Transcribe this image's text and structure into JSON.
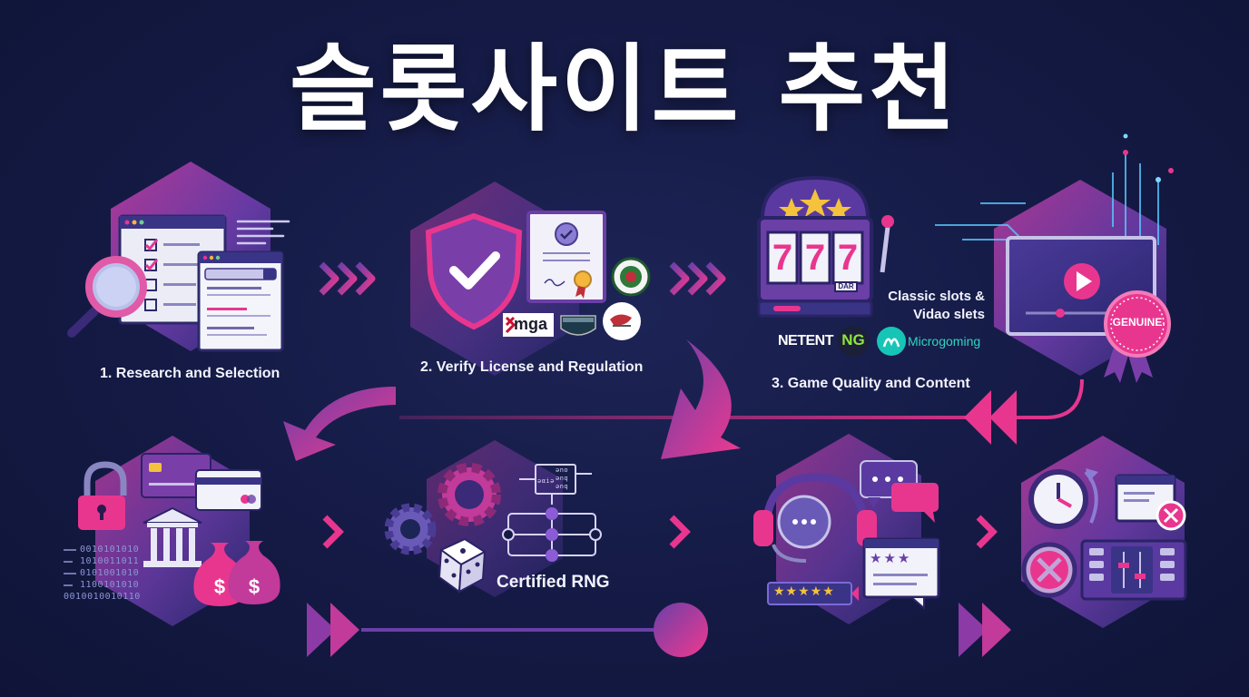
{
  "title": "슬롯사이트 추천",
  "steps": [
    {
      "label": "1. Research and Selection"
    },
    {
      "label": "2. Verify License and Regulation"
    },
    {
      "label": "3. Game Quality and Content"
    }
  ],
  "step2_badges": {
    "mga": "mga"
  },
  "step3": {
    "slot_caption_line1": "Classic slots &",
    "slot_caption_line2": "Vidao slets",
    "slot_reels": [
      "7",
      "7",
      "7"
    ],
    "slot_plate": "DAR",
    "providers": [
      "NETENT",
      "NG",
      "Microgoming"
    ]
  },
  "genuine_badge": "GENUINE",
  "rng": {
    "label": "Certified RNG",
    "chip_lines": [
      "ǝno",
      "ǝnq",
      "ǝnq"
    ],
    "chip_side": "ǝαiə"
  },
  "binary_lines": [
    "0010101010",
    "1010011011",
    "0101001010",
    "1100101010",
    "0010010010110"
  ],
  "money_symbols": [
    "$",
    "$"
  ],
  "colors": {
    "background": "#141a44",
    "pink": "#e8368f",
    "magenta": "#c23a9a",
    "purple": "#6a3fa6",
    "violet": "#8c5cd6"
  },
  "icons": [
    "magnifier-icon",
    "checklist-icon",
    "browser-window-icon",
    "chevron-arrows-icon",
    "shield-check-icon",
    "certificate-icon",
    "seal-icon",
    "slot-machine-icon",
    "video-play-icon",
    "genuine-ribbon-icon",
    "padlock-icon",
    "credit-card-icon",
    "bank-icon",
    "money-bag-icon",
    "gear-icon",
    "dice-icon",
    "flowchart-icon",
    "headset-icon",
    "chat-bubble-icon",
    "review-stars-icon",
    "clock-icon",
    "close-x-icon",
    "control-panel-icon"
  ]
}
